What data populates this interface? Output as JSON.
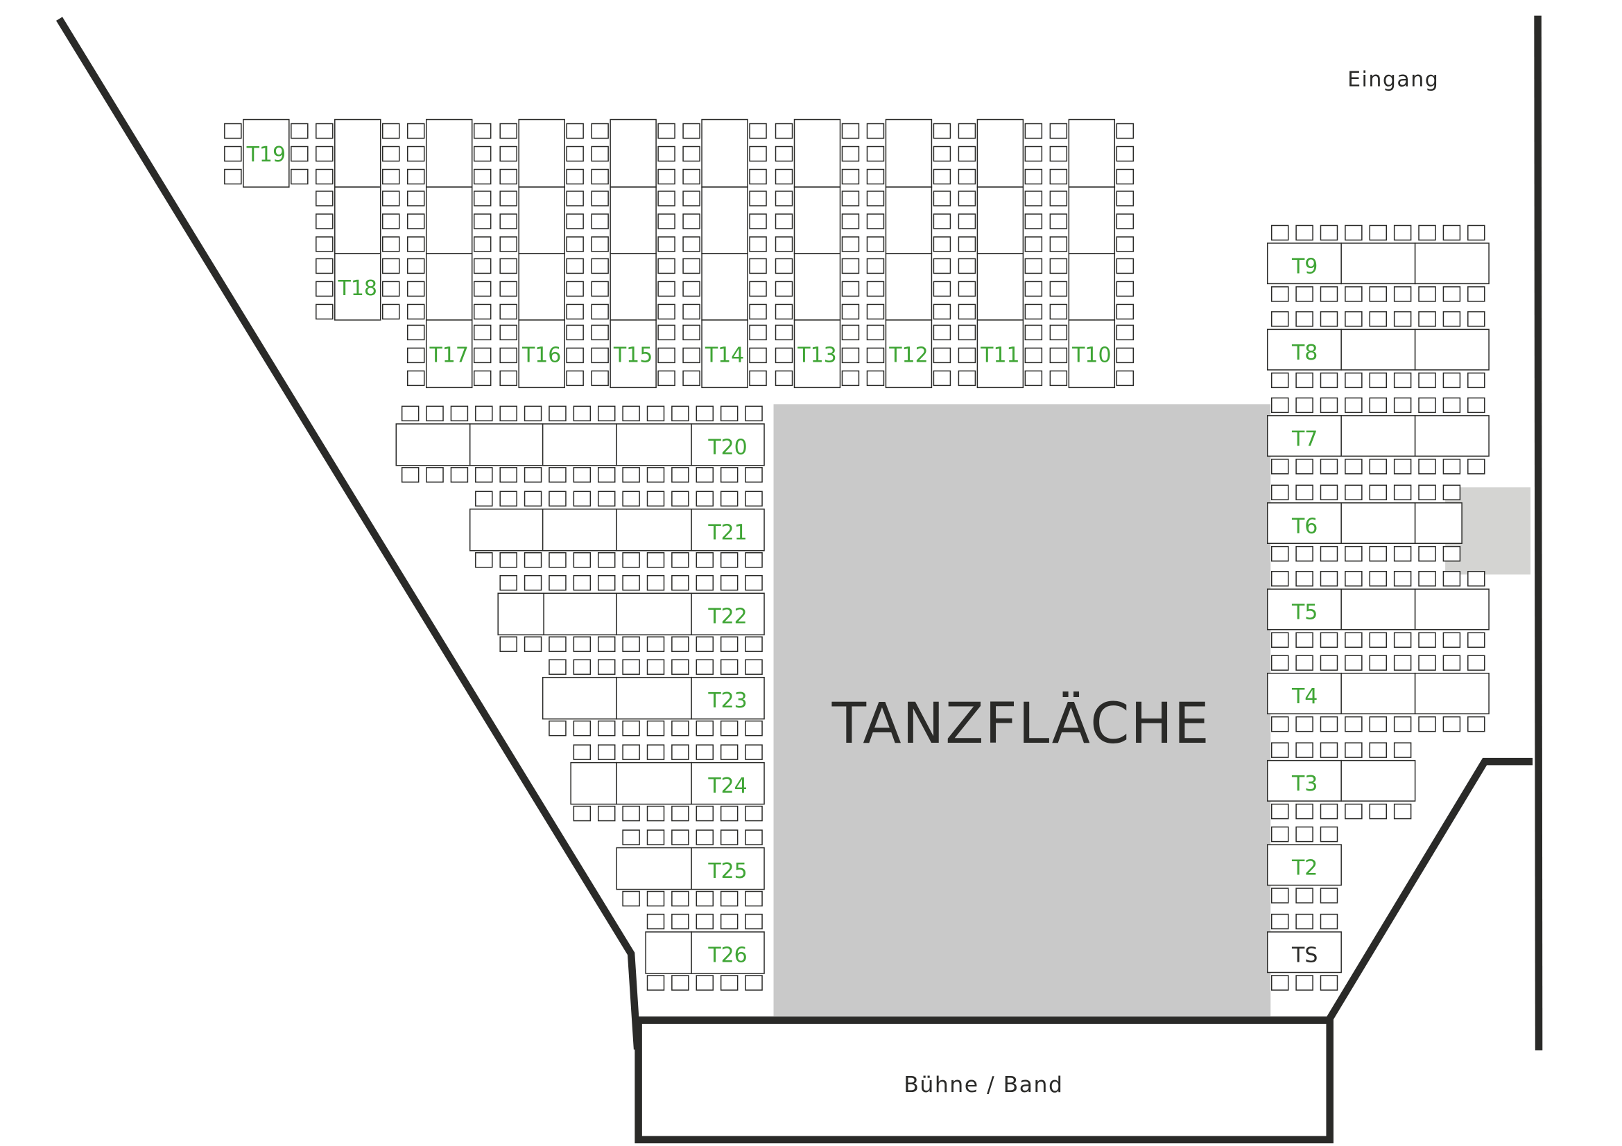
{
  "title": "TANZFLÄCHE",
  "entrance": "Eingang",
  "stage": "Bühne / Band",
  "colors": {
    "label_green": "#3fa535",
    "line": "#2a2a28",
    "floor": "#c9c9c9",
    "side_area": "#d4d4d2",
    "special_label": "#2a2a28"
  },
  "top_tables": [
    "T19",
    "T18",
    "T17",
    "T16",
    "T15",
    "T14",
    "T13",
    "T12",
    "T11",
    "T10"
  ],
  "left_tables": [
    "T20",
    "T21",
    "T22",
    "T23",
    "T24",
    "T25",
    "T26"
  ],
  "right_tables": [
    "T9",
    "T8",
    "T7",
    "T6",
    "T5",
    "T4",
    "T3",
    "T2",
    "TS"
  ]
}
